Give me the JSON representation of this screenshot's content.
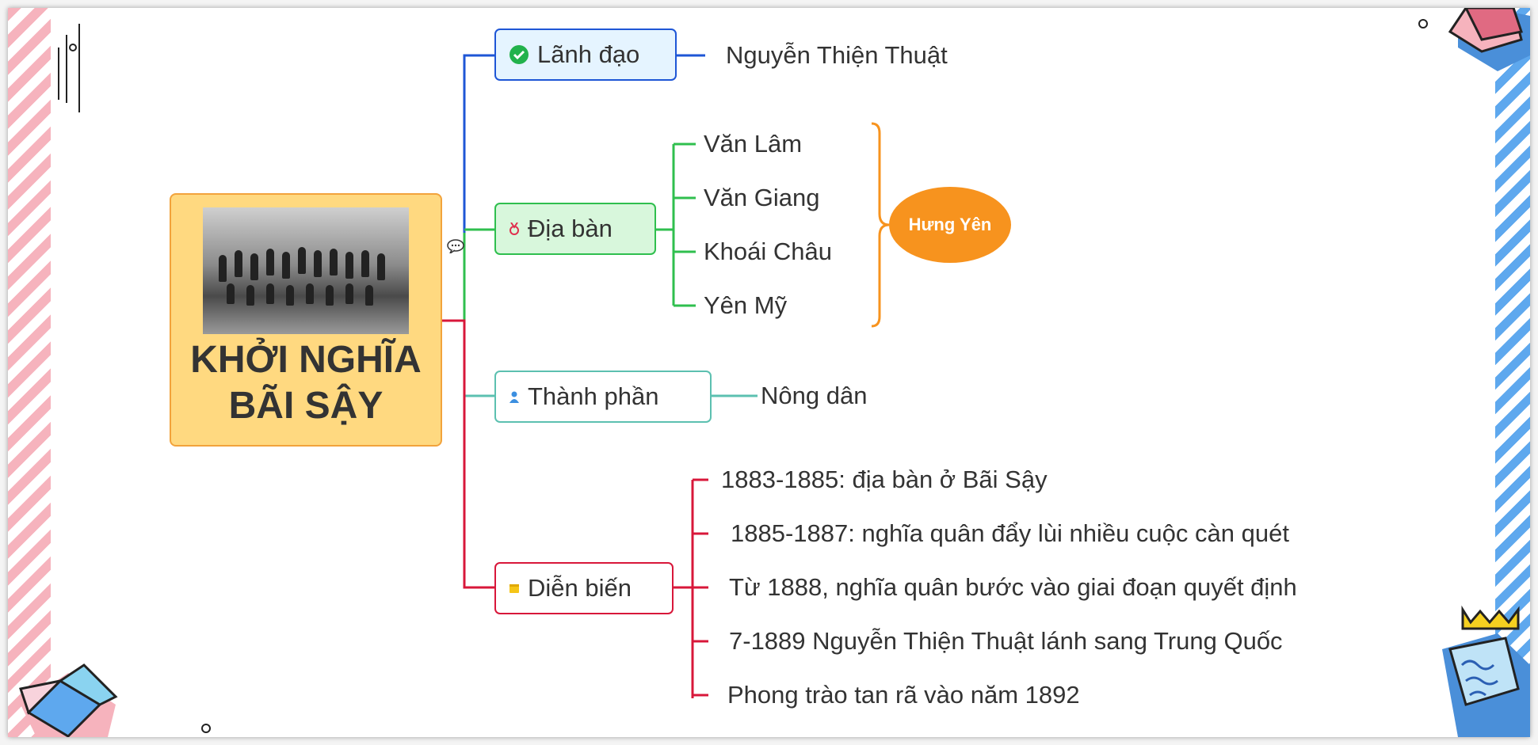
{
  "central": {
    "title_line1": "KHỞI NGHĨA",
    "title_line2": "BÃI SẬY"
  },
  "branches": {
    "lanh_dao": {
      "label": "Lãnh đạo",
      "leaf": "Nguyễn Thiện Thuật",
      "color": "#1e56d6",
      "fill": "#e5f4ff",
      "icon": "check-circle-icon"
    },
    "dia_ban": {
      "label": "Địa bàn",
      "leaves": [
        "Văn Lâm",
        "Văn Giang",
        "Khoái Châu",
        "Yên Mỹ"
      ],
      "summary": "Hưng Yên",
      "color": "#2fbf4e",
      "fill": "#d8f7dc",
      "icon": "medal-icon"
    },
    "thanh_phan": {
      "label": "Thành phần",
      "leaf": "Nông dân",
      "color": "#5cc0b0",
      "fill": "#ffffff",
      "icon": "person-icon"
    },
    "dien_bien": {
      "label": "Diễn biến",
      "leaves": [
        "1883-1885: địa bàn ở Bãi Sậy",
        "1885-1887: nghĩa quân đẩy lùi nhiều cuộc càn quét",
        "Từ 1888, nghĩa quân bước vào giai đoạn quyết định",
        "7-1889 Nguyễn Thiện Thuật lánh sang Trung Quốc",
        "Phong trào tan rã vào năm 1892"
      ],
      "color": "#d8173a",
      "fill": "#ffffff",
      "icon": "calendar-icon"
    }
  },
  "colors": {
    "central_fill": "#ffd980",
    "central_border": "#f2a33c",
    "summary": "#f7931e",
    "bracket": "#f7931e"
  }
}
